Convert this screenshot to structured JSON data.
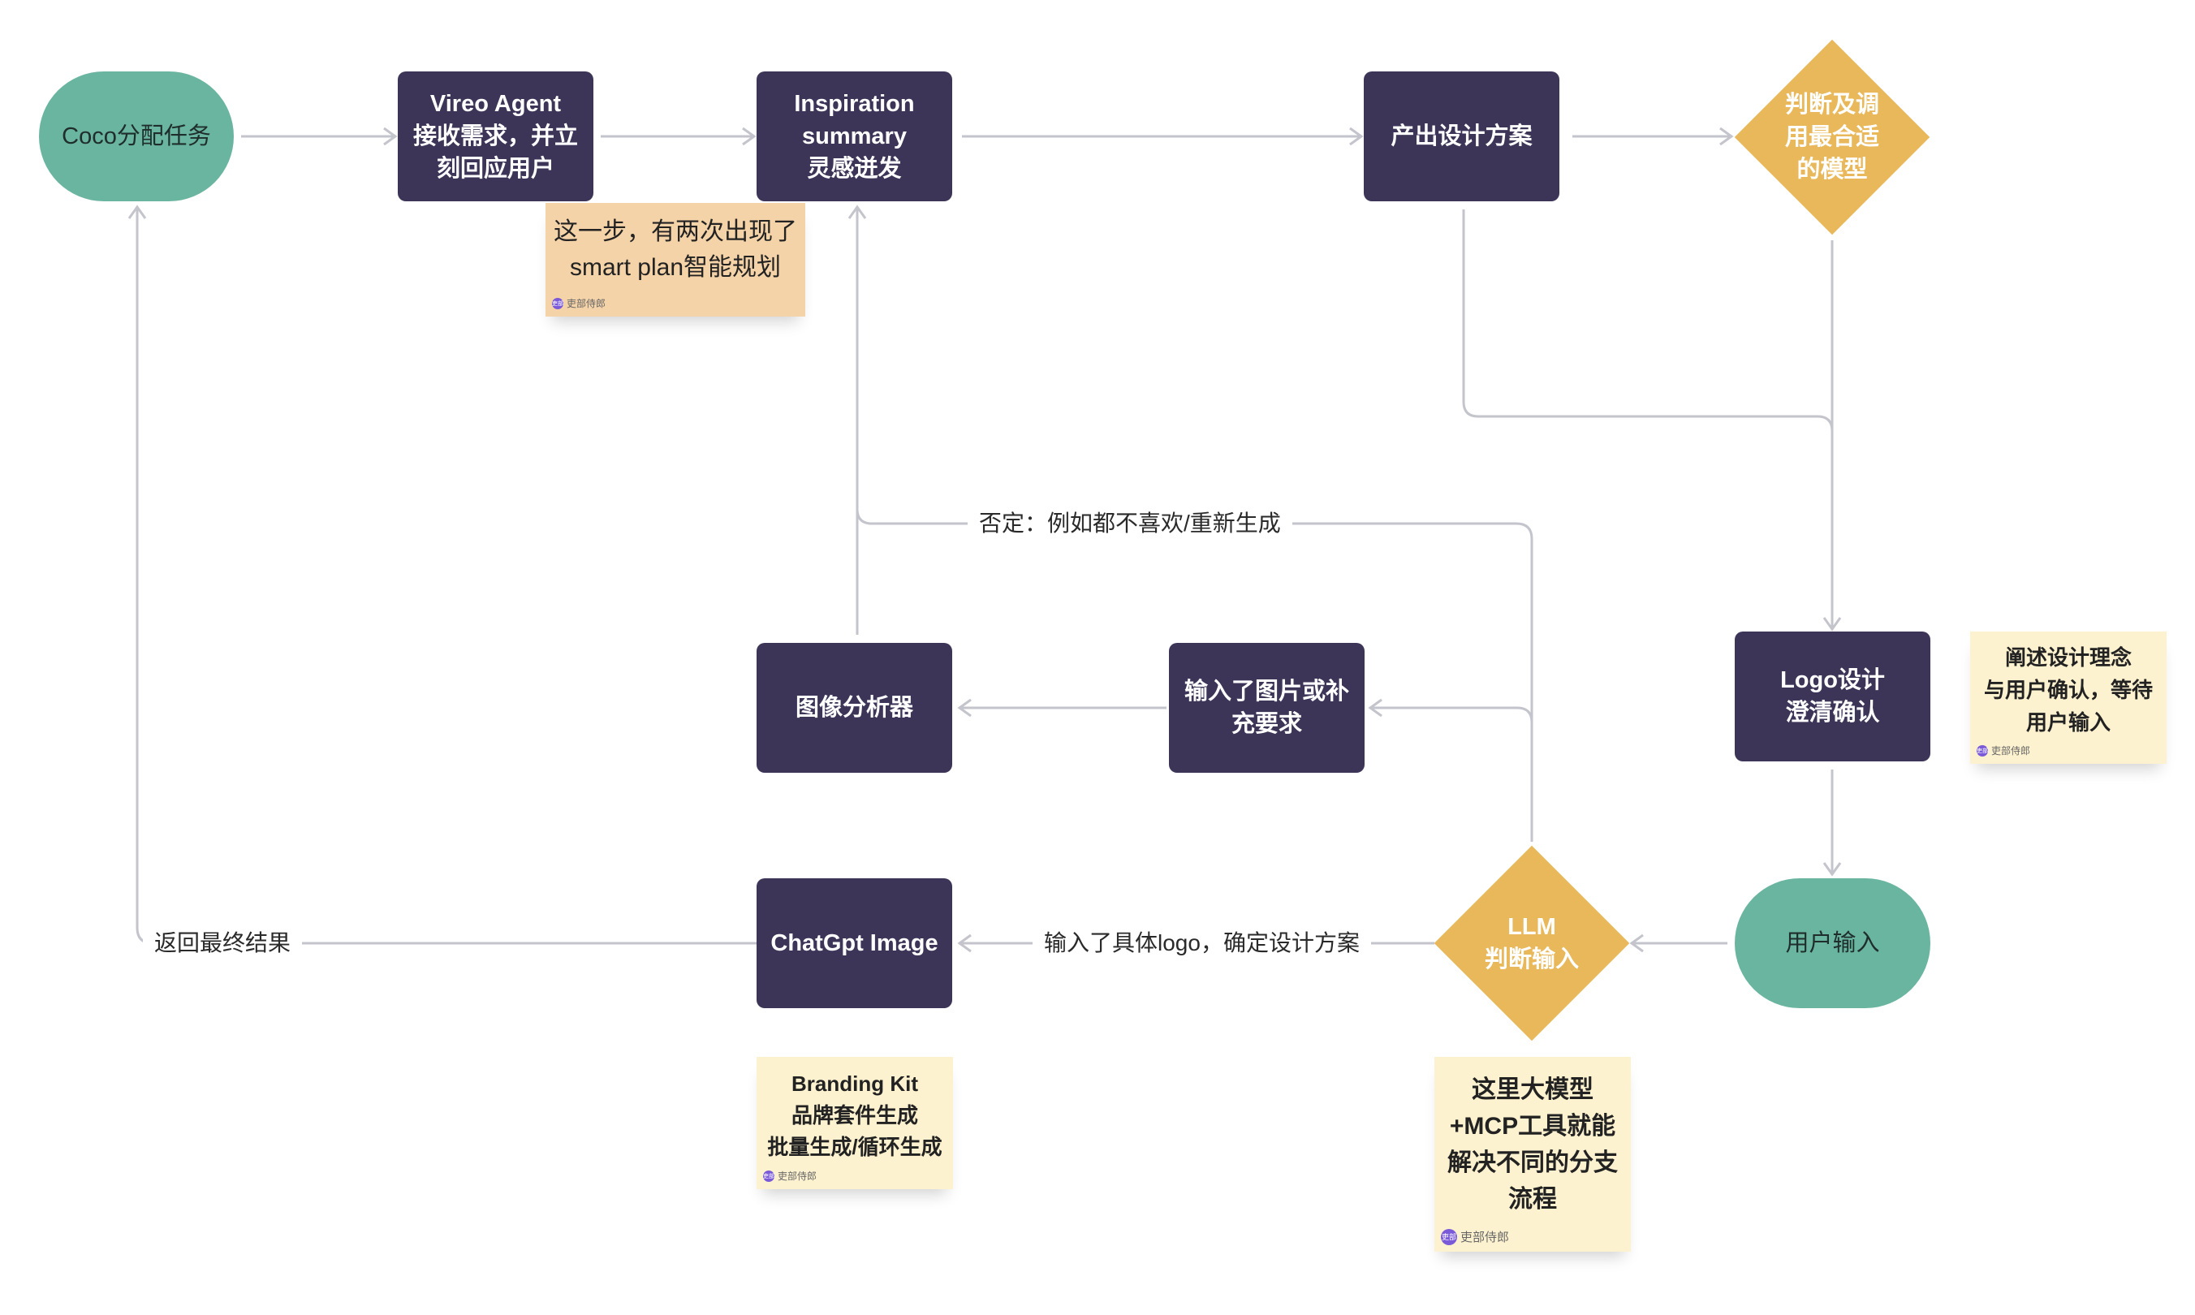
{
  "nodes": {
    "coco": "Coco分配任务",
    "vireo": [
      "Vireo Agent",
      "接收需求，并立",
      "刻回应用户"
    ],
    "inspiration": [
      "Inspiration",
      "summary",
      "灵感迸发"
    ],
    "design_plan": "产出设计方案",
    "model_select": [
      "判断及调",
      "用最合适",
      "的模型"
    ],
    "logo_confirm": [
      "Logo设计",
      "澄清确认"
    ],
    "user_input": "用户输入",
    "llm": [
      "LLM",
      "判断输入"
    ],
    "input_more": [
      "输入了图片或补",
      "充要求"
    ],
    "image_analyzer": "图像分析器",
    "chatgpt_image": "ChatGpt Image"
  },
  "edge_labels": {
    "reject": "否定：例如都不喜欢/重新生成",
    "confirm": "输入了具体logo，确定设计方案",
    "return": "返回最终结果"
  },
  "stickies": {
    "smart_plan": {
      "lines": [
        "这一步，有两次出现了",
        "smart plan智能规划"
      ],
      "author": "吏部侍郎",
      "avatar": "吏部"
    },
    "explain": {
      "lines": [
        "阐述设计理念",
        "与用户确认，等待",
        "用户输入"
      ],
      "author": "吏部侍郎",
      "avatar": "吏部"
    },
    "branding": {
      "lines": [
        "Branding Kit",
        "品牌套件生成",
        "批量生成/循环生成"
      ],
      "author": "吏部侍郎",
      "avatar": "吏部"
    },
    "mcp": {
      "lines": [
        "这里大模型",
        "+MCP工具就能",
        "解决不同的分支",
        "流程"
      ],
      "author": "吏部侍郎",
      "avatar": "吏部"
    }
  },
  "colors": {
    "rect": "#3d3558",
    "pill": "#6ab5a0",
    "diamond": "#e8b85b",
    "sticky_orange": "#f5d3a8",
    "sticky_yellow": "#fdf2cf",
    "edge": "#c4c4cc"
  }
}
